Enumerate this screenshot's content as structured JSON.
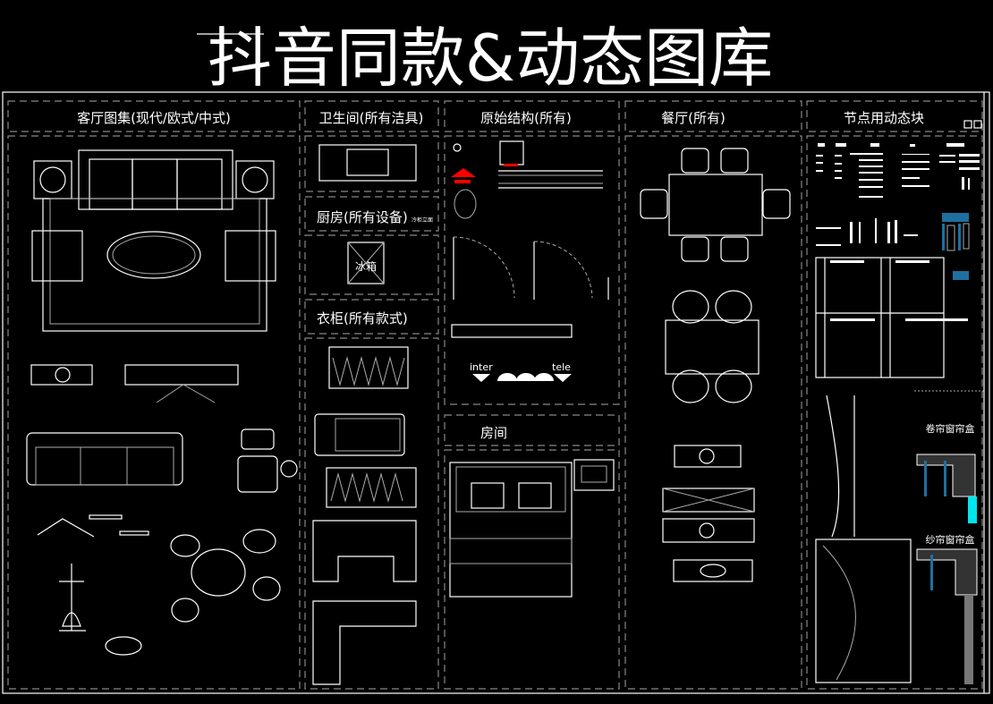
{
  "title": "抖音同款&动态图库",
  "sections": {
    "living_room": "客厅图集(现代/欧式/中式)",
    "bathroom": "卫生间(所有洁具)",
    "kitchen": "厨房(所有设备)",
    "kitchen_note": "冷柜立面",
    "fridge": "冰箱",
    "wardrobe": "衣柜(所有款式)",
    "structure": "原始结构(所有)",
    "room": "房间",
    "dining": "餐厅(所有)",
    "node_blocks": "节点用动态块",
    "roller_blind_box": "卷帘窗帘盒",
    "sheer_curtain_box": "纱帘窗帘盒"
  },
  "symbols": {
    "inter": "inter",
    "tele": "tele"
  },
  "colors": {
    "background": "#000000",
    "line": "#ffffff",
    "accent_red": "#ff0000",
    "accent_blue": "#1e6fa0",
    "accent_cyan": "#00e5ee"
  }
}
